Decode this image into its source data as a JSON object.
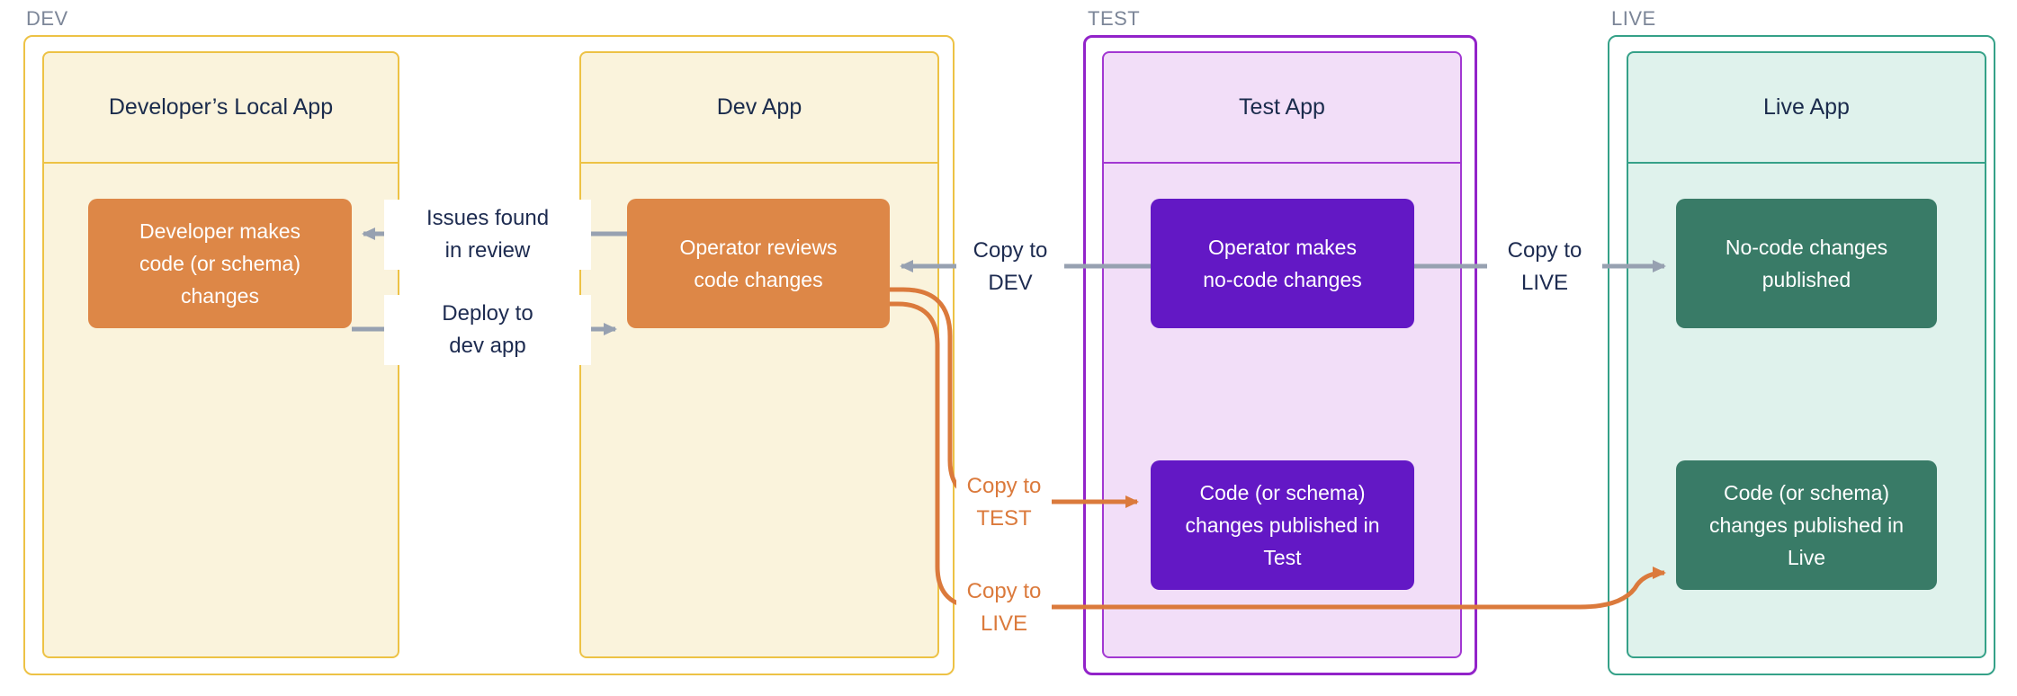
{
  "regions": {
    "dev": {
      "label": "DEV",
      "apps": [
        {
          "title": "Developer’s Local App",
          "nodes": [
            {
              "text": [
                "Developer makes",
                "code (or schema)",
                "changes"
              ]
            }
          ]
        },
        {
          "title": "Dev App",
          "nodes": [
            {
              "text": [
                "Operator reviews",
                "code changes"
              ]
            }
          ]
        }
      ]
    },
    "test": {
      "label": "TEST",
      "apps": [
        {
          "title": "Test App",
          "nodes": [
            {
              "text": [
                "Operator makes",
                "no-code changes"
              ]
            },
            {
              "text": [
                "Code (or schema)",
                "changes published in",
                "Test"
              ]
            }
          ]
        }
      ]
    },
    "live": {
      "label": "LIVE",
      "apps": [
        {
          "title": "Live App",
          "nodes": [
            {
              "text": [
                "No-code changes",
                "published"
              ]
            },
            {
              "text": [
                "Code (or schema)",
                "changes published in",
                "Live"
              ]
            }
          ]
        }
      ]
    }
  },
  "arrows": {
    "issues_found": {
      "label": [
        "Issues found",
        "in review"
      ],
      "direction": "left",
      "color": "#97A1B1"
    },
    "deploy_dev": {
      "label": [
        "Deploy to",
        "dev app"
      ],
      "direction": "right",
      "color": "#97A1B1"
    },
    "copy_dev": {
      "label": [
        "Copy to",
        "DEV"
      ],
      "direction": "left",
      "color": "#97A1B1"
    },
    "copy_live_top": {
      "label": [
        "Copy to",
        "LIVE"
      ],
      "direction": "right",
      "color": "#97A1B1"
    },
    "copy_test": {
      "label": [
        "Copy to",
        "TEST"
      ],
      "direction": "down-right",
      "color": "#DB7A3C"
    },
    "copy_live_bottom": {
      "label": [
        "Copy to",
        "LIVE"
      ],
      "direction": "down-right",
      "color": "#DB7A3C"
    }
  },
  "colors": {
    "dev_accent": "#EDC245",
    "dev_fill": "#FAF3DC",
    "dev_node": "#DD8747",
    "test_accent": "#9223C9",
    "test_fill": "#F2DEF8",
    "test_node": "#6318C5",
    "live_accent": "#35A188",
    "live_fill": "#DFF2EC",
    "live_node": "#397B67",
    "arrow_gray": "#97A1B1",
    "arrow_orange": "#DB7A3C",
    "label_text": "#1D2B50",
    "region_label_text": "#7C8698"
  }
}
